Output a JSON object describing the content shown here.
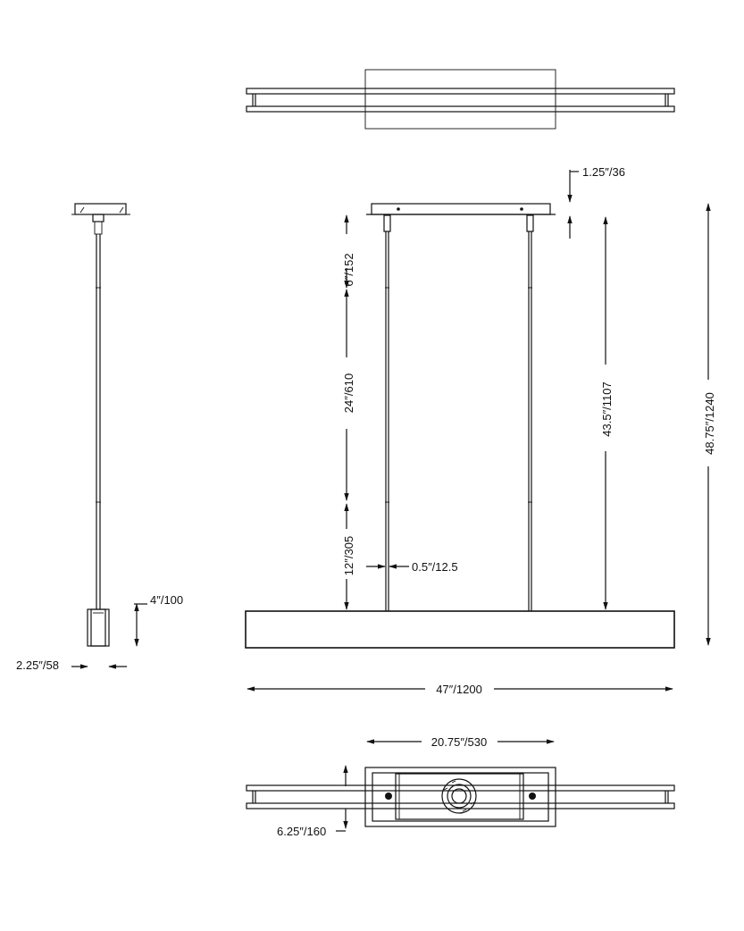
{
  "dimensions": {
    "canopy_height": "1.25″/36",
    "upper_rod": "6″/152",
    "middle_rod": "24″/610",
    "lower_rod": "12″/305",
    "cable_width": "0.5″/12.5",
    "hang_height": "43.5″/1107",
    "overall_height": "48.75″/1240",
    "body_width": "47″/1200",
    "side_height": "4″/100",
    "side_depth": "2.25″/58",
    "canopy_length": "20.75″/530",
    "canopy_depth": "6.25″/160"
  },
  "colors": {
    "line": "#111111",
    "background": "#ffffff"
  }
}
